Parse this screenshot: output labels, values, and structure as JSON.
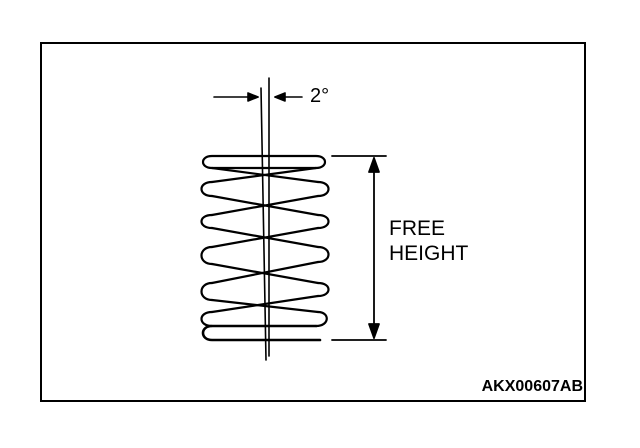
{
  "diagram": {
    "angle_label": "2°",
    "free_height_line1": "FREE",
    "free_height_line2": "HEIGHT",
    "figure_id": "AKX00607AB"
  },
  "colors": {
    "ink": "#000000",
    "background": "#ffffff"
  },
  "icons": [
    "coil-spring-icon",
    "dimension-arrow-icon",
    "angle-arrow-icon"
  ]
}
